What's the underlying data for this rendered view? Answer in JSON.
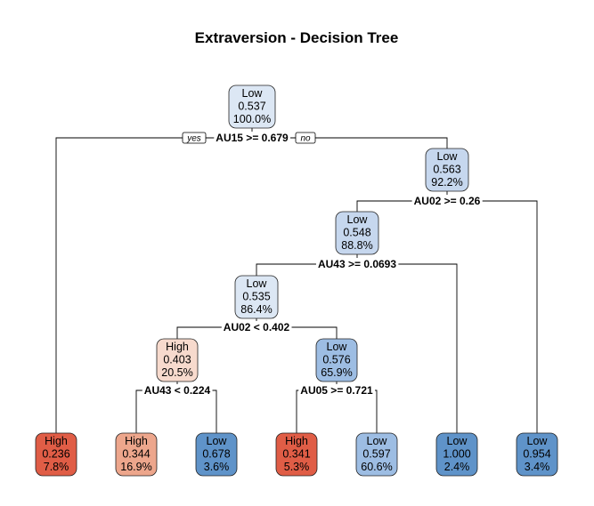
{
  "title": "Extraversion - Decision Tree",
  "yes_label": "yes",
  "no_label": "no",
  "colors": {
    "low_light": "#dce7f4",
    "low_mid": "#c6d7ee",
    "low_mid2": "#9dbde3",
    "low_dark": "#5f93c9",
    "high_light": "#f7dacd",
    "high_mid": "#eda68c",
    "high_dark": "#e05d46"
  },
  "nodes": [
    {
      "id": "root",
      "class": "Low",
      "prob": "0.537",
      "pct": "100.0%",
      "color": "low_light",
      "split": "AU15 >= 0.679"
    },
    {
      "id": "n3",
      "class": "Low",
      "prob": "0.563",
      "pct": "92.2%",
      "color": "low_mid",
      "split": "AU02 >= 0.26"
    },
    {
      "id": "n6",
      "class": "Low",
      "prob": "0.548",
      "pct": "88.8%",
      "color": "low_mid",
      "split": "AU43 >= 0.0693"
    },
    {
      "id": "n12",
      "class": "Low",
      "prob": "0.535",
      "pct": "86.4%",
      "color": "low_light",
      "split": "AU02 < 0.402"
    },
    {
      "id": "n24",
      "class": "High",
      "prob": "0.403",
      "pct": "20.5%",
      "color": "high_light",
      "split": "AU43 < 0.224"
    },
    {
      "id": "n25",
      "class": "Low",
      "prob": "0.576",
      "pct": "65.9%",
      "color": "low_mid2",
      "split": "AU05 >= 0.721"
    },
    {
      "id": "leaf1",
      "class": "High",
      "prob": "0.236",
      "pct": "7.8%",
      "color": "high_dark"
    },
    {
      "id": "leaf2",
      "class": "High",
      "prob": "0.344",
      "pct": "16.9%",
      "color": "high_mid"
    },
    {
      "id": "leaf3",
      "class": "Low",
      "prob": "0.678",
      "pct": "3.6%",
      "color": "low_dark"
    },
    {
      "id": "leaf4",
      "class": "High",
      "prob": "0.341",
      "pct": "5.3%",
      "color": "high_dark"
    },
    {
      "id": "leaf5",
      "class": "Low",
      "prob": "0.597",
      "pct": "60.6%",
      "color": "low_mid2"
    },
    {
      "id": "leaf6",
      "class": "Low",
      "prob": "1.000",
      "pct": "2.4%",
      "color": "low_dark"
    },
    {
      "id": "leaf7",
      "class": "Low",
      "prob": "0.954",
      "pct": "3.4%",
      "color": "low_dark"
    }
  ]
}
